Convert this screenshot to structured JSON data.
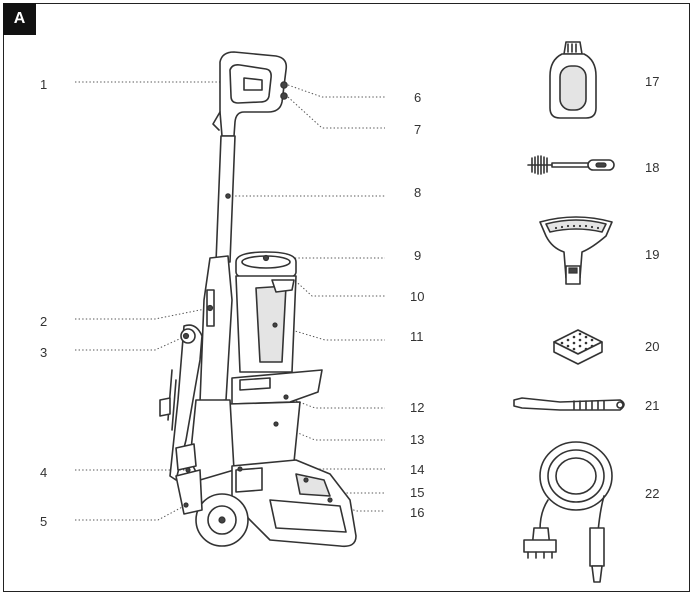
{
  "figure": {
    "badge": "A",
    "labels": [
      "1",
      "2",
      "3",
      "4",
      "5",
      "6",
      "7",
      "8",
      "9",
      "10",
      "11",
      "12",
      "13",
      "14",
      "15",
      "16",
      "17",
      "18",
      "19",
      "20",
      "21",
      "22"
    ]
  }
}
